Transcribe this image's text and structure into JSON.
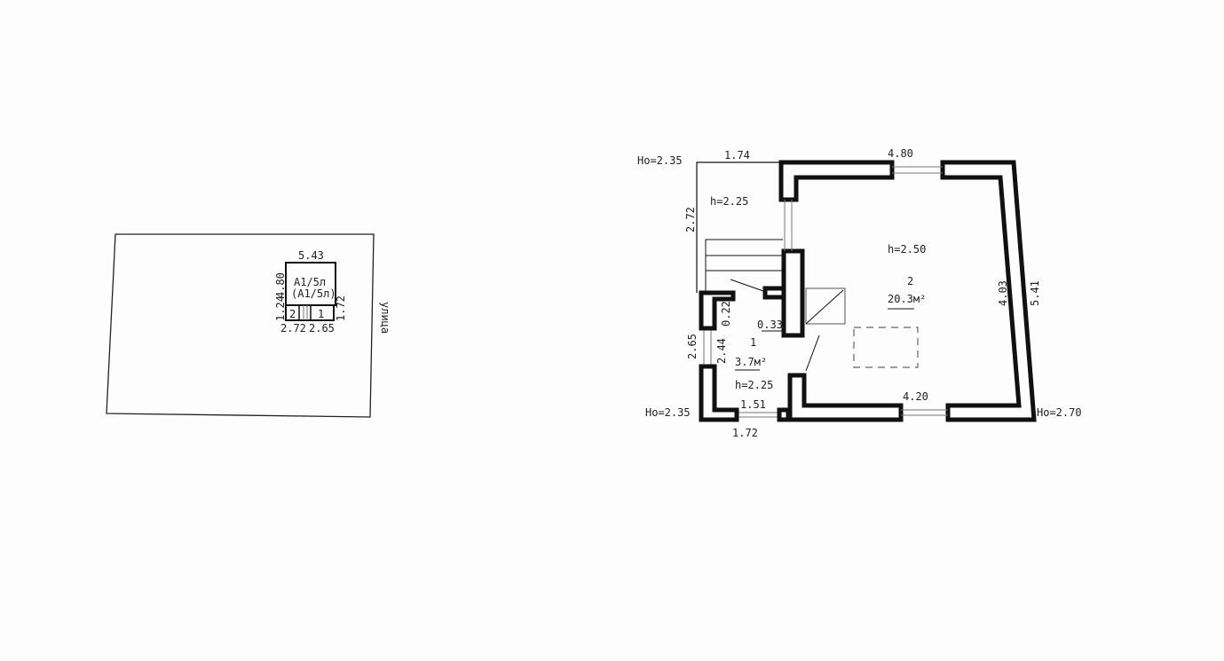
{
  "site_plan": {
    "building_label": "А1/5л",
    "building_label_alt": "(А1/5л)",
    "street": "улица",
    "dims": {
      "top": "5.43",
      "left_upper": "4.80",
      "left_lower": "1.24",
      "right": "1.72",
      "bottom_left": "2.72",
      "bottom_right": "2.65"
    },
    "rooms": [
      "2",
      "1"
    ]
  },
  "floor_plan": {
    "levels": {
      "top_left": "Ho=2.35",
      "bottom_left": "Ho=2.35",
      "bottom_right": "Ho=2.70"
    },
    "dims": {
      "porch_top": "1.74",
      "porch_side": "2.72",
      "top_window": "4.80",
      "right_outer": "5.41",
      "right_inner": "4.03",
      "bottom_inner": "4.20",
      "vest_left": "2.65",
      "vest_inner": "2.44",
      "vest_wall": "0.22",
      "partition": "0.33",
      "vest_bottom_inner": "1.51",
      "vest_bottom_outer": "1.72"
    },
    "porch": {
      "height": "h=2.25"
    },
    "room1": {
      "number": "1",
      "area": "3.7м²",
      "height": "h=2.25"
    },
    "room2": {
      "number": "2",
      "area": "20.3м²",
      "height": "h=2.50"
    }
  }
}
